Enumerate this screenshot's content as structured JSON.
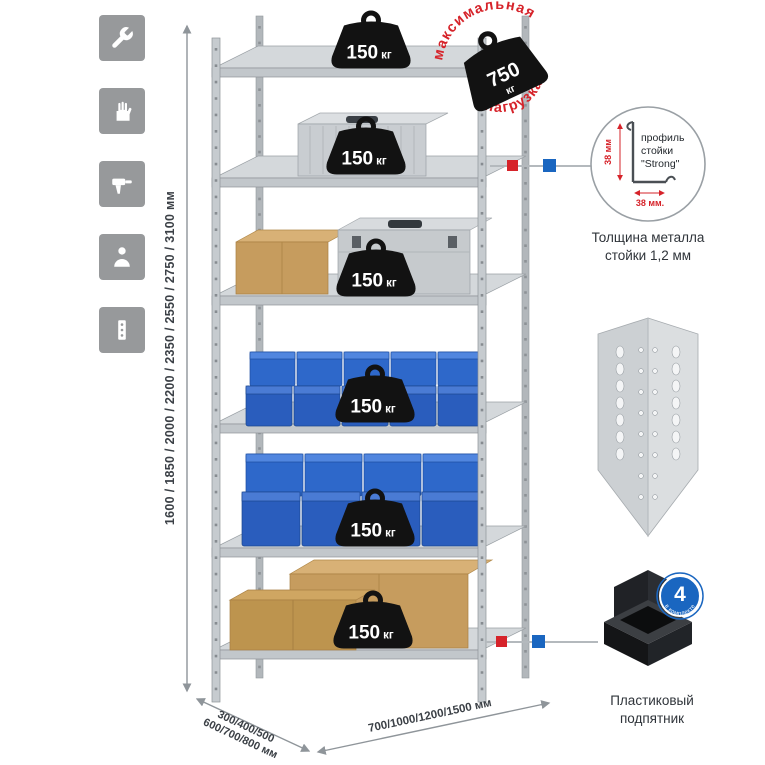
{
  "colors": {
    "accent_red": "#d6232a",
    "accent_blue": "#1a66c0",
    "steel": "#c3c8cc"
  },
  "sidebar_icons": [
    {
      "name": "wrench-icon"
    },
    {
      "name": "glove-icon"
    },
    {
      "name": "drill-icon"
    },
    {
      "name": "person-icon"
    },
    {
      "name": "post-profile-icon"
    }
  ],
  "dimensions": {
    "height_label": "1600 / 1850 / 2000 / 2200 / 2350 / 2550 / 2750 / 3100 мм",
    "depth_line1": "300/400/500",
    "depth_line2": "600/700/800 мм",
    "width_label": "700/1000/1200/1500 мм"
  },
  "shelf_load": {
    "value": "150",
    "unit": "кг"
  },
  "max_load_stamp": {
    "arc_top": "максимальная",
    "arc_bottom": "нагрузка",
    "value": "750",
    "unit": "кг"
  },
  "profile_detail": {
    "line1": "профиль",
    "line2": "стойки",
    "line3": "\"Strong\"",
    "dim_vertical": "38 мм",
    "dim_horizontal": "38 мм.",
    "caption_line1": "Толщина металла",
    "caption_line2": "стойки 1,2 мм"
  },
  "foot_detail": {
    "badge_value": "4",
    "badge_label": "в комплекте",
    "caption_line1": "Пластиковый",
    "caption_line2": "подпятник"
  }
}
